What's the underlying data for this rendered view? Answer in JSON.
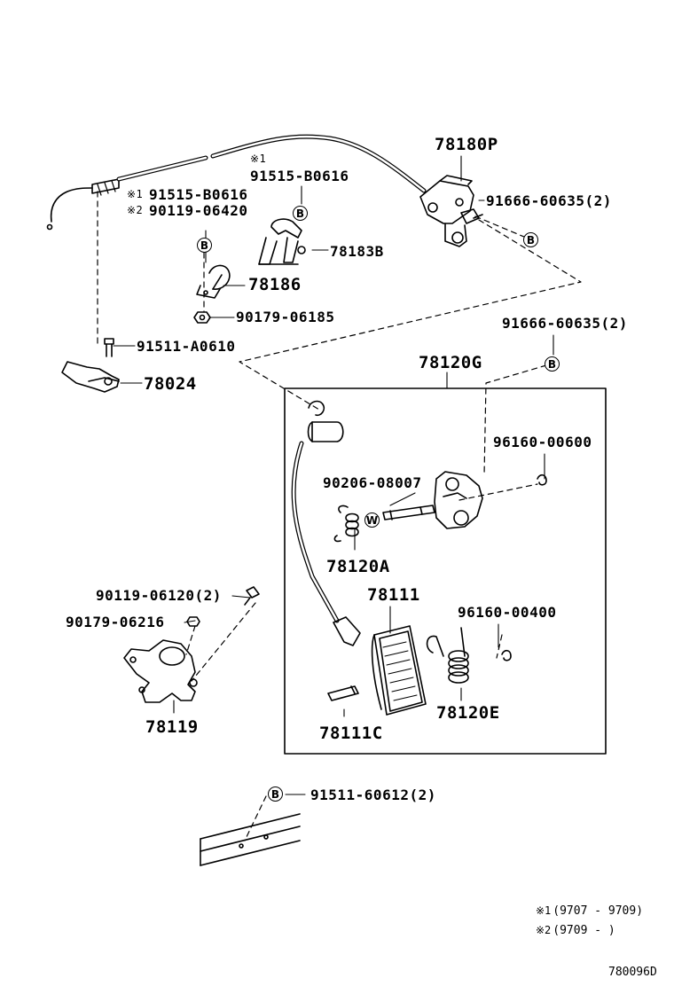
{
  "diagram_id": "780096D",
  "badge_letters": {
    "b": "B",
    "w": "W"
  },
  "labels": {
    "p78180P": "78180P",
    "p91666_top": "91666-60635(2)",
    "mark_x1_top": "※1",
    "p91515_top": "91515-B0616",
    "p91515_left": "91515-B0616",
    "p90119_06420": "90119-06420",
    "p78183B": "78183B",
    "p78186": "78186",
    "p90179_06185": "90179-06185",
    "p91511_A0610": "91511-A0610",
    "p78024": "78024",
    "p91666_mid": "91666-60635(2)",
    "p78120G": "78120G",
    "p96160_00600": "96160-00600",
    "p90206_08007": "90206-08007",
    "p78120A": "78120A",
    "p78111": "78111",
    "p96160_00400": "96160-00400",
    "p78120E": "78120E",
    "p78111C": "78111C",
    "p90119_06120": "90119-06120(2)",
    "p90179_06216": "90179-06216",
    "p78119": "78119",
    "p91511_60612": "91511-60612(2)"
  },
  "marks": {
    "x1": "※1",
    "x2": "※2"
  },
  "notes": [
    {
      "mark": "※1",
      "range": "(9707 - 9709)"
    },
    {
      "mark": "※2",
      "range": "(9709 -       )"
    }
  ]
}
